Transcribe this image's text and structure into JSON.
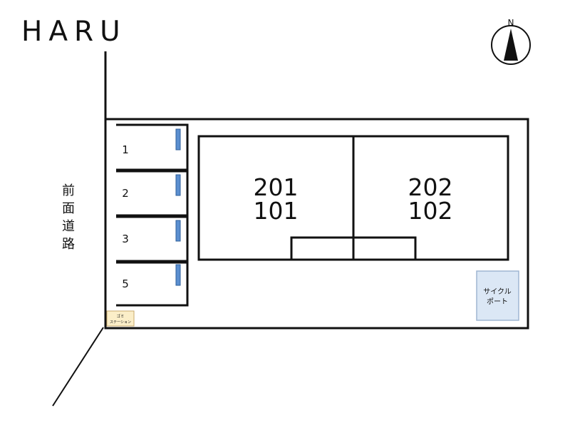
{
  "title": "HARU",
  "compass": {
    "label": "N"
  },
  "road_label": "前面道路",
  "parking": {
    "spaces": [
      {
        "label": "1"
      },
      {
        "label": "2"
      },
      {
        "label": "3"
      },
      {
        "label": "5"
      }
    ]
  },
  "units": {
    "left": {
      "upper": "201",
      "lower": "101"
    },
    "right": {
      "upper": "202",
      "lower": "102"
    }
  },
  "cycle_port": {
    "line1": "サイクル",
    "line2": "ポート"
  },
  "garbage_station": {
    "line1": "ゴミ",
    "line2": "ステーション"
  },
  "colors": {
    "line": "#111111",
    "meter": "#5b8fd0",
    "cycle_port_fill": "#dbe7f5",
    "cycle_port_stroke": "#9fb6d2",
    "garbage_fill": "#fbeec8",
    "garbage_stroke": "#c9a96b"
  }
}
